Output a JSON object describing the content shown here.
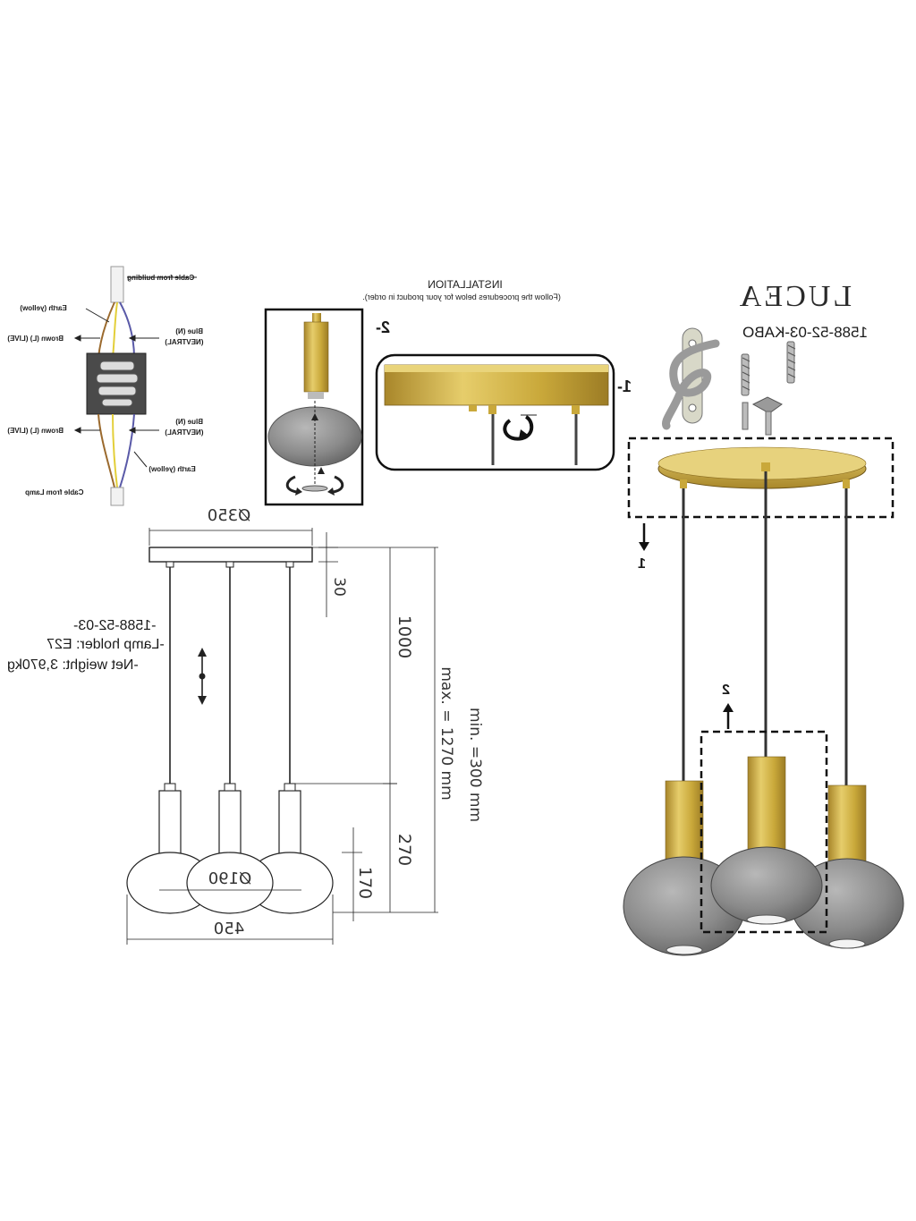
{
  "brand": {
    "name": "LUCEA",
    "code": "1588-52-03-KABO"
  },
  "installation": {
    "title": "INSTALLATION",
    "subtitle": "(Follow the procedures below for your product in order).",
    "step1_label": "1-",
    "step2_label": "2-",
    "arrow1_label": "1",
    "arrow2_label": "2"
  },
  "wiring": {
    "cable_from_building": "Cable from building",
    "earth_top": "Earth (yellow)",
    "brown_top": "Brown (L) (LIVE)",
    "blue_top_1": "Blue (N)",
    "blue_top_2": "(NEVTRAL)",
    "brown_bottom": "Brown (L) (LIVE)",
    "blue_bottom_1": "Blue (N)",
    "blue_bottom_2": "(NEVTRAL)",
    "earth_bottom": "Earth (yellow)",
    "cable_from_lamp": "Cable from Lamp"
  },
  "specs": {
    "code": "-1588-52-03-",
    "lamp_holder": "-Lamp holder: E27",
    "net_weight": "-Net weight: 3,970kg"
  },
  "dimensions": {
    "canopy_diameter": "Ø350",
    "canopy_height": "30",
    "cable_length": "1000",
    "pendant_height": "270",
    "glass_height": "170",
    "glass_diameter": "Ø190",
    "total_width": "450",
    "range_max": "max. = 1270 mm",
    "range_min": "min. =300 mm"
  },
  "colors": {
    "brass": "#c9a83a",
    "brass_light": "#e6cd6b",
    "glass": "#8c8c8c",
    "line": "#222222"
  }
}
